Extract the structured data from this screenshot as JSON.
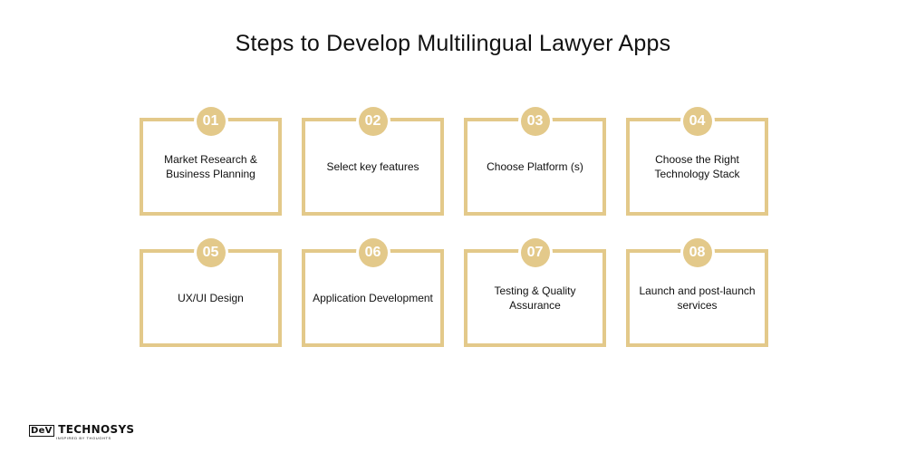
{
  "title": "Steps to Develop Multilingual Lawyer Apps",
  "accent_color": "#e3c98a",
  "steps": [
    {
      "number": "01",
      "label": "Market Research & Business Planning"
    },
    {
      "number": "02",
      "label": "Select key features"
    },
    {
      "number": "03",
      "label": "Choose Platform (s)"
    },
    {
      "number": "04",
      "label": "Choose the Right Technology Stack"
    },
    {
      "number": "05",
      "label": "UX/UI Design"
    },
    {
      "number": "06",
      "label": "Application Development"
    },
    {
      "number": "07",
      "label": "Testing & Quality Assurance"
    },
    {
      "number": "08",
      "label": "Launch and post-launch services"
    }
  ],
  "logo": {
    "prefix": "DeV",
    "name": "TECHNOSYS",
    "tagline": "INSPIRED BY THOUGHTS"
  }
}
